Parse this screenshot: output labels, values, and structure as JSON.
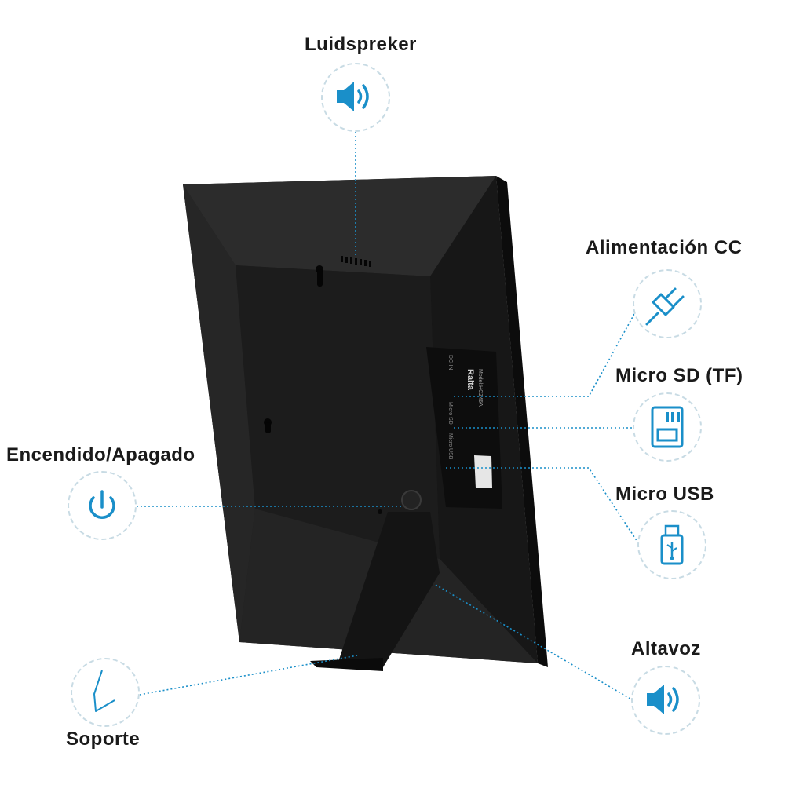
{
  "labels": {
    "speaker_top": "Luidspreker",
    "dc_power": "Alimentación CC",
    "micro_sd": "Micro SD (TF)",
    "power_switch": "Encendido/Apagado",
    "micro_usb": "Micro USB",
    "speaker_bottom": "Altavoz",
    "stand": "Soporte"
  },
  "sticker": {
    "brand": "Raita",
    "model": "Model:HCZ46A",
    "port_dc": "DC-IN",
    "port_sd": "Micro SD",
    "port_usb": "Micro USB"
  },
  "colors": {
    "accent": "#1a8fc9",
    "frame": "#1b1b1b",
    "label": "#1a1a1a"
  }
}
